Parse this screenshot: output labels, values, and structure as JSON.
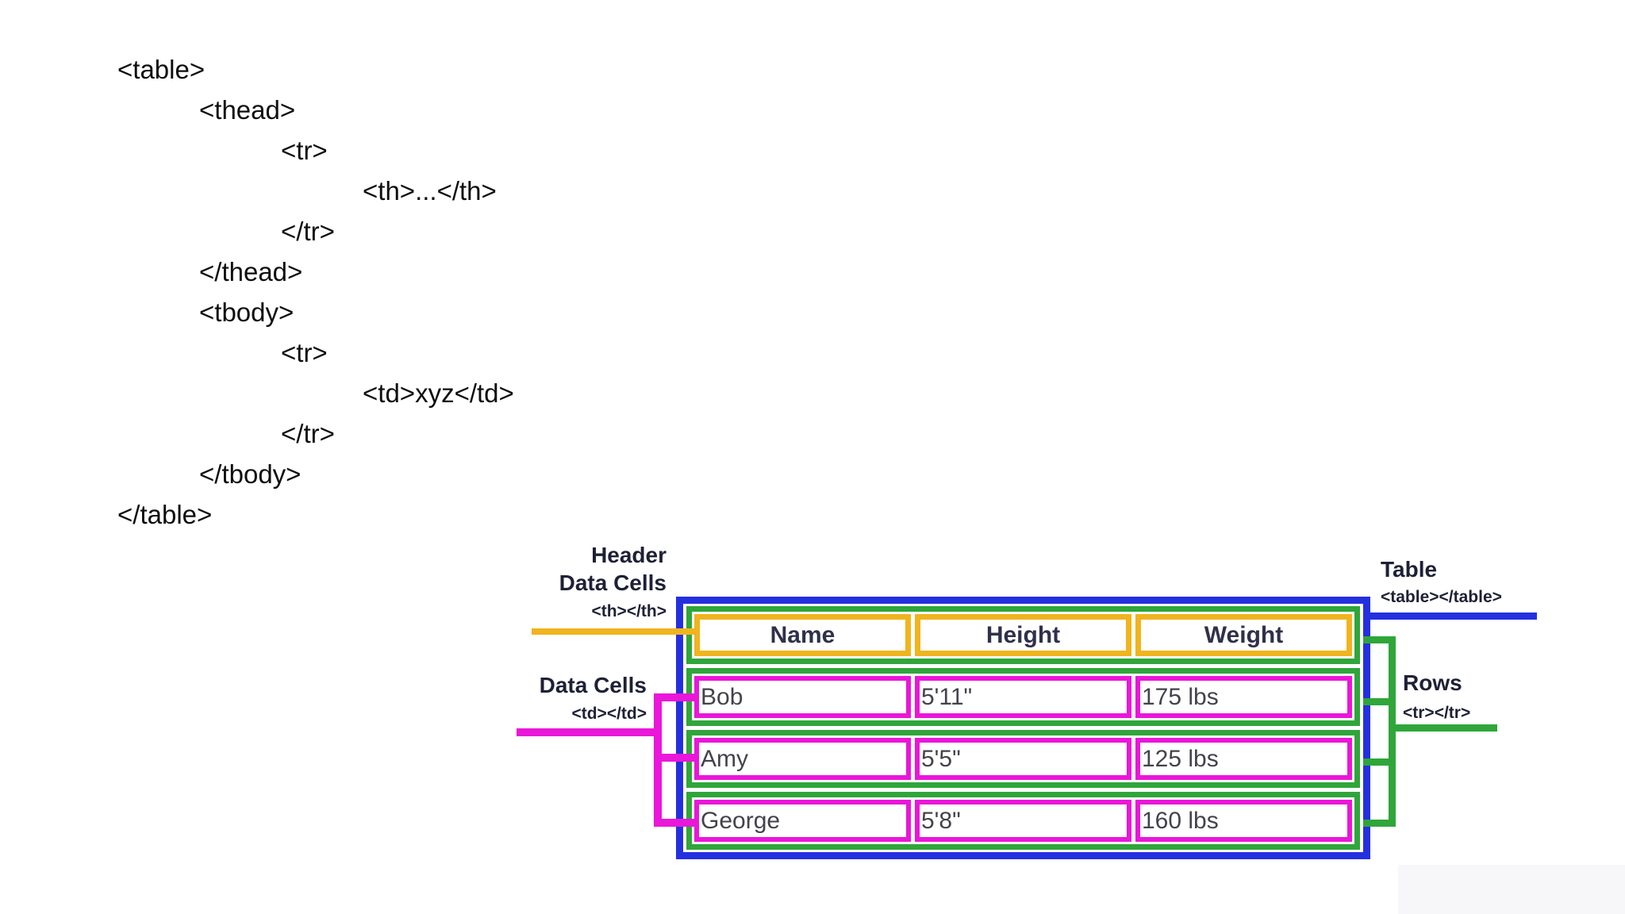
{
  "code_block": {
    "lines": [
      {
        "text": "<table>",
        "indent": 0
      },
      {
        "text": "<thead>",
        "indent": 1
      },
      {
        "text": "<tr>",
        "indent": 2
      },
      {
        "text": "<th>...</th>",
        "indent": 3
      },
      {
        "text": "</tr>",
        "indent": 2
      },
      {
        "text": "</thead>",
        "indent": 1
      },
      {
        "text": "<tbody>",
        "indent": 1
      },
      {
        "text": "<tr>",
        "indent": 2
      },
      {
        "text": "<td>xyz</td>",
        "indent": 3
      },
      {
        "text": "</tr>",
        "indent": 2
      },
      {
        "text": "</tbody>",
        "indent": 1
      },
      {
        "text": "</table>",
        "indent": 0
      }
    ]
  },
  "diagram": {
    "table": {
      "headers": [
        "Name",
        "Height",
        "Weight"
      ],
      "rows": [
        [
          "Bob",
          "5'11\"",
          "175 lbs"
        ],
        [
          "Amy",
          "5'5\"",
          "125 lbs"
        ],
        [
          "George",
          "5'8\"",
          "160 lbs"
        ]
      ]
    },
    "annotations": {
      "header_cells": {
        "title_line1": "Header",
        "title_line2": "Data Cells",
        "tag": "<th></th>"
      },
      "data_cells": {
        "title": "Data Cells",
        "tag": "<td></td>"
      },
      "table": {
        "title": "Table",
        "tag": "<table></table>"
      },
      "rows": {
        "title": "Rows",
        "tag": "<tr></tr>"
      }
    },
    "colors": {
      "table_border": "#2430e0",
      "row_border": "#2fa63a",
      "header_cell_border": "#f0b41e",
      "data_cell_border": "#ea16d9",
      "label_text": "#1e2036",
      "cell_text": "#43434d"
    }
  }
}
